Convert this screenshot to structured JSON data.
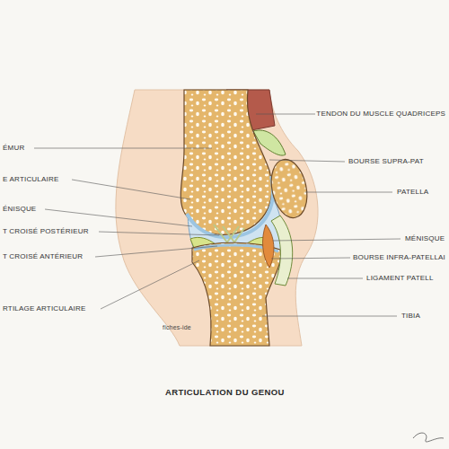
{
  "diagram": {
    "title": "ARTICULATION DU GENOU",
    "labels": [
      "TENDON DU MUSCLE QUADRICEPS",
      "ÉMUR",
      "BOURSE SUPRA-PAT",
      "E ARTICULAIRE",
      "PATELLA",
      "ÉNISQUE",
      "T CROISÉ POSTÉRIEUR",
      "MÉNISQUE",
      "T CROISÉ ANTÉRIEUR",
      "BOURSE INFRA-PATELLAI",
      "LIGAMENT PATELL",
      "RTILAGE ARTICULAIRE",
      "TIBIA",
      "fiches-ide"
    ]
  }
}
